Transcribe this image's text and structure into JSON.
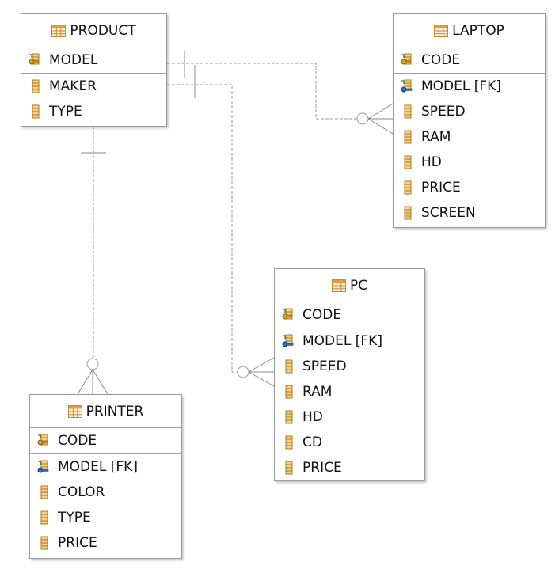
{
  "entities": {
    "product": {
      "name": "PRODUCT",
      "pk": [
        {
          "name": "MODEL",
          "icon": "primary-key-column-icon"
        }
      ],
      "columns": [
        {
          "name": "MAKER",
          "icon": "column-icon"
        },
        {
          "name": "TYPE",
          "icon": "column-icon"
        }
      ]
    },
    "laptop": {
      "name": "LAPTOP",
      "pk": [
        {
          "name": "CODE",
          "icon": "primary-key-column-icon"
        }
      ],
      "columns": [
        {
          "name": "MODEL [FK]",
          "icon": "foreign-key-column-icon"
        },
        {
          "name": "SPEED",
          "icon": "column-icon"
        },
        {
          "name": "RAM",
          "icon": "column-icon"
        },
        {
          "name": "HD",
          "icon": "column-icon"
        },
        {
          "name": "PRICE",
          "icon": "column-icon"
        },
        {
          "name": "SCREEN",
          "icon": "column-icon"
        }
      ]
    },
    "pc": {
      "name": "PC",
      "pk": [
        {
          "name": "CODE",
          "icon": "primary-key-column-icon"
        }
      ],
      "columns": [
        {
          "name": "MODEL [FK]",
          "icon": "foreign-key-column-icon"
        },
        {
          "name": "SPEED",
          "icon": "column-icon"
        },
        {
          "name": "RAM",
          "icon": "column-icon"
        },
        {
          "name": "HD",
          "icon": "column-icon"
        },
        {
          "name": "CD",
          "icon": "column-icon"
        },
        {
          "name": "PRICE",
          "icon": "column-icon"
        }
      ]
    },
    "printer": {
      "name": "PRINTER",
      "pk": [
        {
          "name": "CODE",
          "icon": "primary-key-column-icon"
        }
      ],
      "columns": [
        {
          "name": "MODEL [FK]",
          "icon": "foreign-key-column-icon"
        },
        {
          "name": "COLOR",
          "icon": "column-icon"
        },
        {
          "name": "TYPE",
          "icon": "column-icon"
        },
        {
          "name": "PRICE",
          "icon": "column-icon"
        }
      ]
    }
  },
  "relationships": [
    {
      "from": "PRODUCT",
      "to": "LAPTOP",
      "cardinality": "one-to-zero-or-many"
    },
    {
      "from": "PRODUCT",
      "to": "PC",
      "cardinality": "one-to-zero-or-many"
    },
    {
      "from": "PRODUCT",
      "to": "PRINTER",
      "cardinality": "one-to-zero-or-many"
    }
  ],
  "colors": {
    "border": "#9a9a9a",
    "connector": "#9a9a9a",
    "key_gold": "#e0a418",
    "fk_blue": "#2a6cc8",
    "column_orange": "#d9a040"
  }
}
